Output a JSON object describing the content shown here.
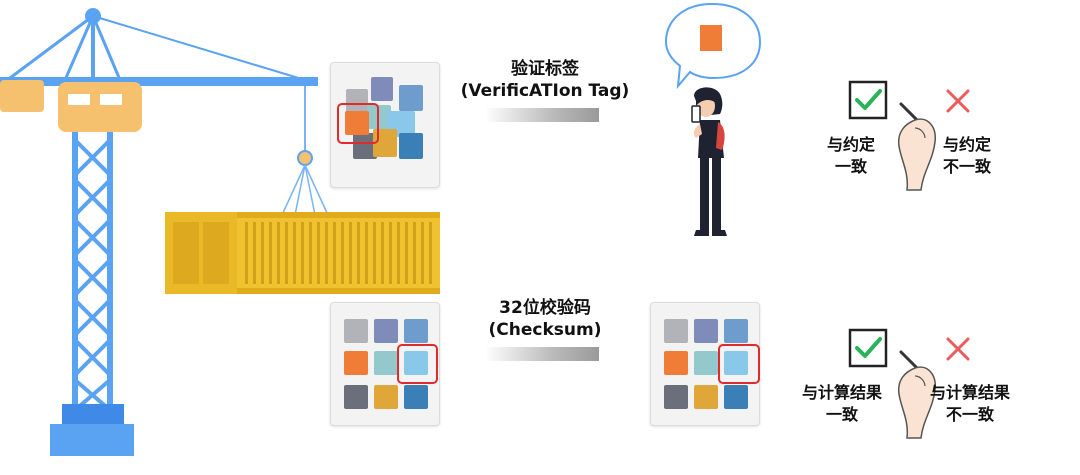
{
  "top_section": {
    "title_line1": "验证标签",
    "title_line2": "(VerificATIon Tag)",
    "match_line1": "与约定",
    "match_line2": "一致",
    "mismatch_line1": "与约定",
    "mismatch_line2": "不一致"
  },
  "bottom_section": {
    "title_line1": "32位校验码",
    "title_line2": "(Checksum)",
    "match_line1": "与计算结果",
    "match_line2": "一致",
    "mismatch_line1": "与计算结果",
    "mismatch_line2": "不一致"
  },
  "colors": {
    "crane_blue": "#5aa2f2",
    "crane_orange": "#f6c16f",
    "container_yellow": "#f0c230",
    "highlight_red": "#e02b2b",
    "check_green": "#2ab35a",
    "cross_red": "#ee5a5a",
    "tag_orange": "#ef7d37"
  },
  "icons": [
    "crane-icon",
    "container-icon",
    "person-phone-icon",
    "speech-bubble-icon",
    "checkbox-check-icon",
    "cross-icon",
    "hand-pen-icon"
  ]
}
